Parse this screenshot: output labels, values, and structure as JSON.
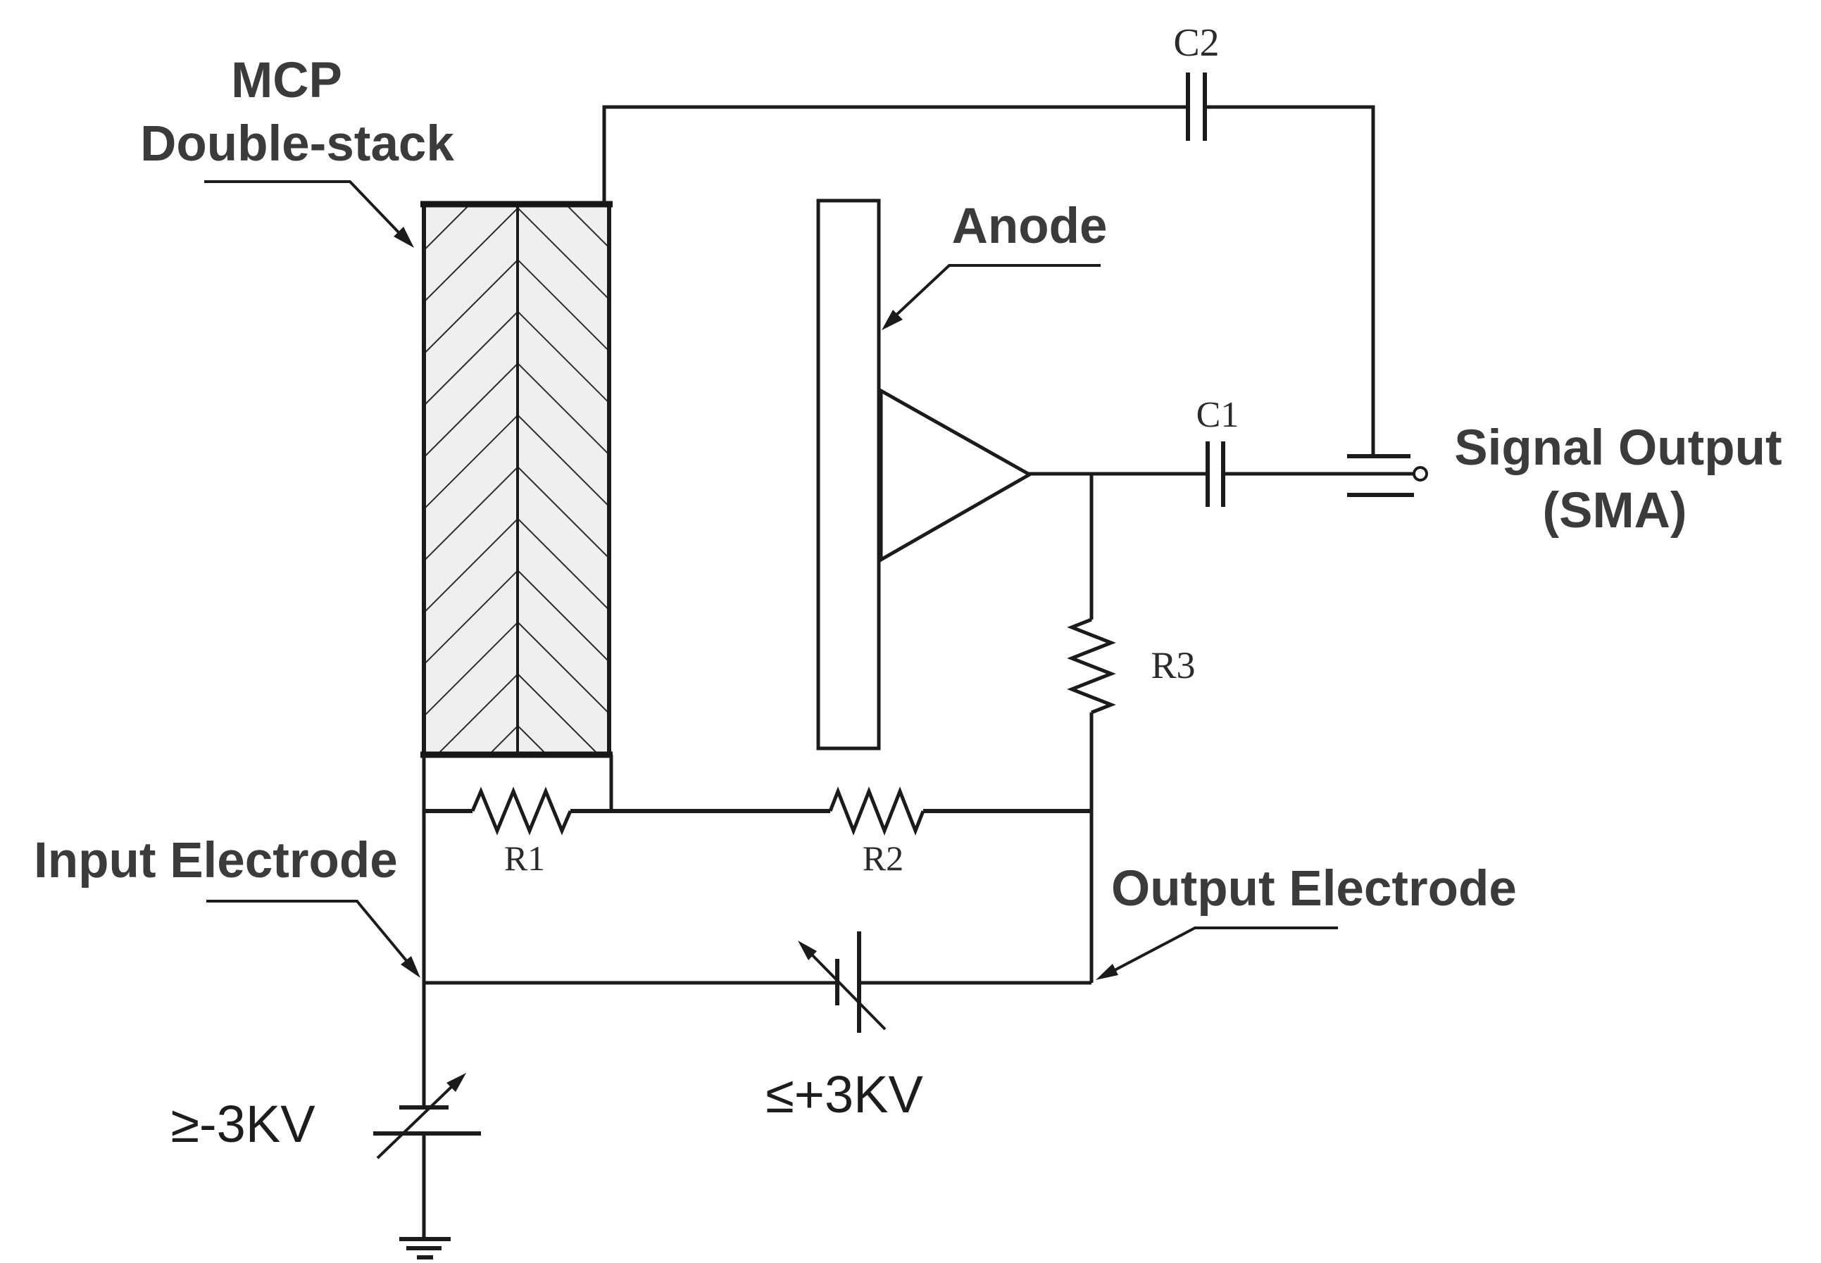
{
  "diagram": {
    "type": "circuit-schematic",
    "title_block": {
      "line1": "MCP",
      "line2": "Double-stack"
    },
    "labels": {
      "anode": "Anode",
      "signal_output_line1": "Signal Output",
      "signal_output_line2": "(SMA)",
      "input_electrode": "Input Electrode",
      "output_electrode": "Output Electrode"
    },
    "components": {
      "c1": "C1",
      "c2": "C2",
      "r1": "R1",
      "r2": "R2",
      "r3": "R3"
    },
    "voltages": {
      "input_bias": "≥-3KV",
      "output_bias": "≤+3KV"
    },
    "colors": {
      "background": "#ffffff",
      "line": "#1b1b1b",
      "label_text": "#3b3b3b",
      "component_text": "#2b2b2b",
      "mcp_fill": "#efefef"
    }
  }
}
